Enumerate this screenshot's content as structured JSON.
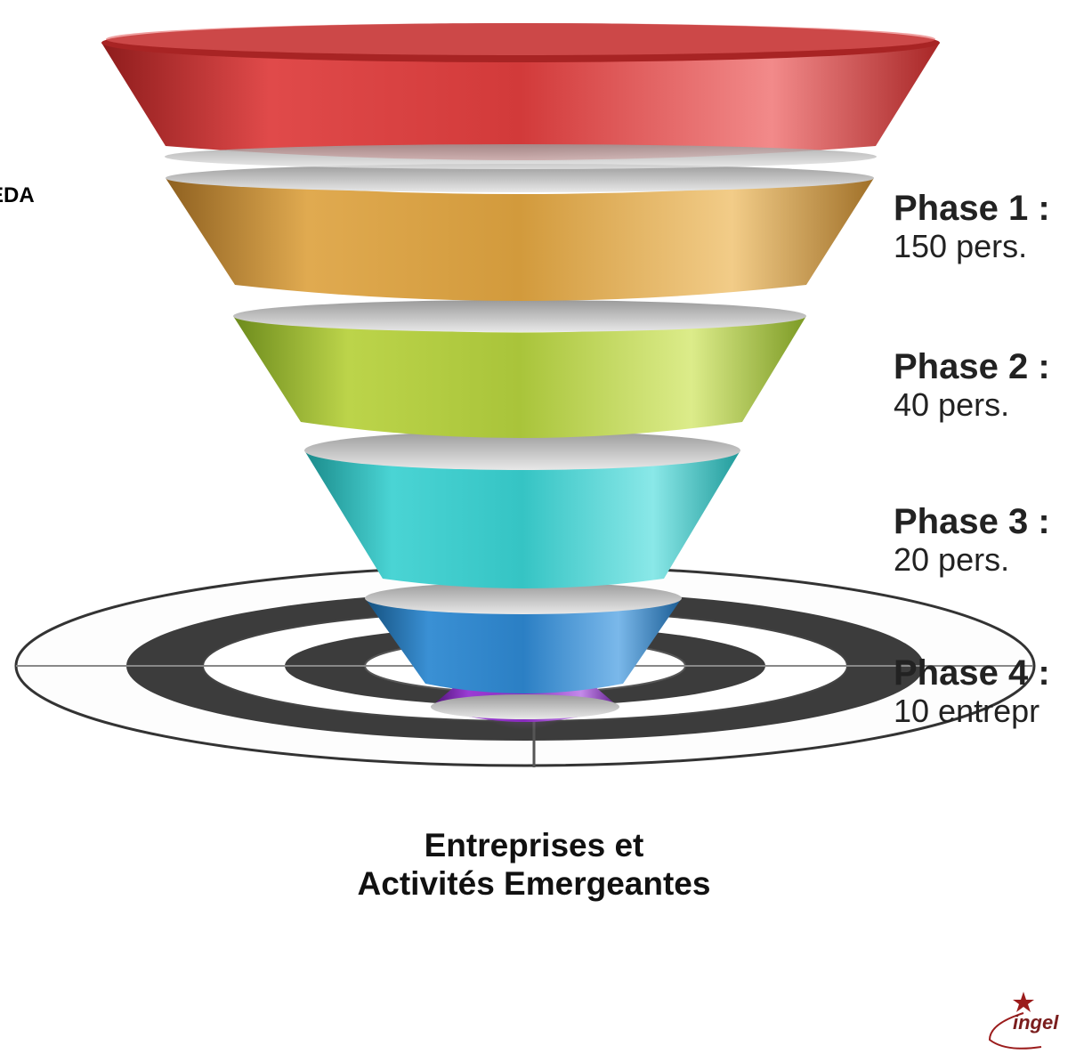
{
  "side_label": "EDA",
  "phases": [
    {
      "title": "Phase 1 :",
      "value": "150 pers."
    },
    {
      "title": "Phase 2 :",
      "value": "40 pers."
    },
    {
      "title": "Phase 3 :",
      "value": "20 pers."
    },
    {
      "title": "Phase 4 :",
      "value": "10 entrepr"
    }
  ],
  "caption": {
    "line1": "Entreprises et",
    "line2": "Activités Emergeantes"
  },
  "logo": {
    "text": "ingel"
  },
  "colors": {
    "tier1": "#d23a3a",
    "tier2": "#d29a3c",
    "tier3": "#a9c43a",
    "tier4": "#35c4c4",
    "tier5": "#2b7fc4",
    "tier6": "#8a2bc0",
    "target_dark": "#3a3a3a",
    "logo": "#9b1c1c"
  }
}
